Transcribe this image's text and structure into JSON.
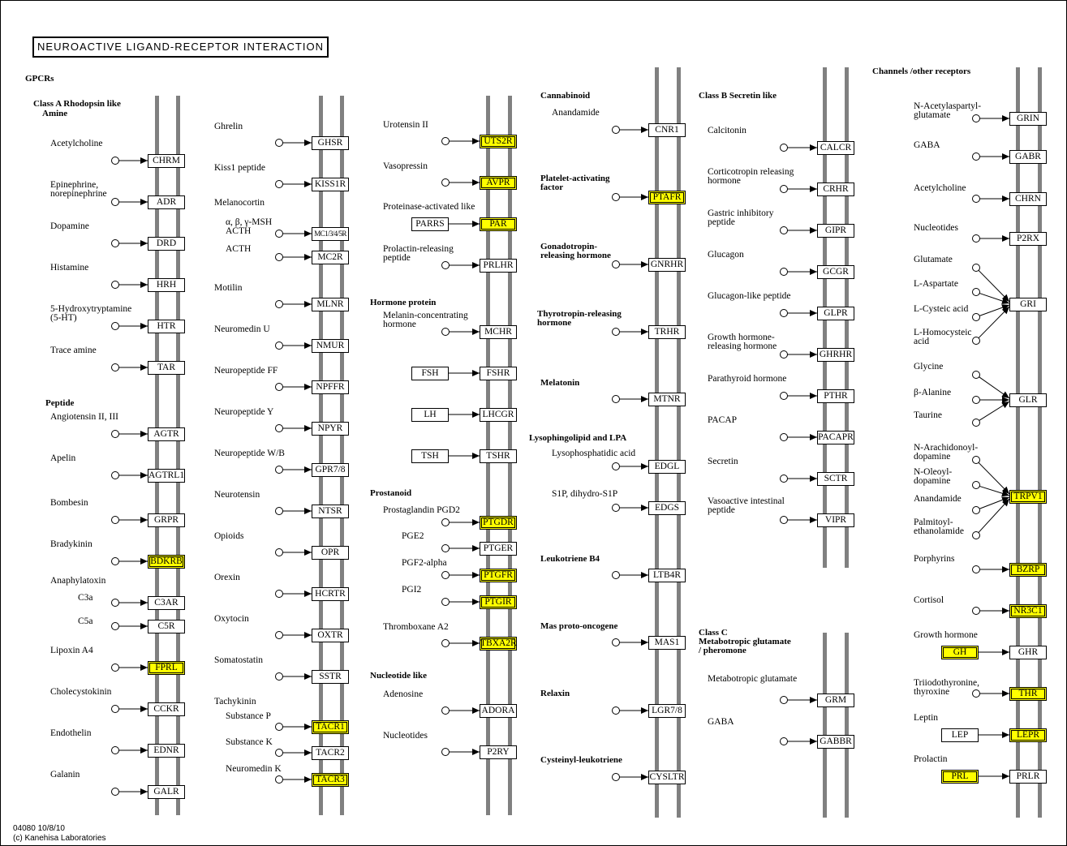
{
  "title": "NEUROACTIVE LIGAND-RECEPTOR INTERACTION",
  "section_gpcrs": "GPCRs",
  "footer": {
    "code": "04080 10/8/10",
    "copyright": "(c) Kanehisa Laboratories"
  },
  "colors": {
    "highlight": "#ffff00",
    "membrane": "#808080"
  },
  "columns": [
    {
      "headers": [
        "Class A Rhodopsin like",
        "Amine",
        "Peptide",
        "Anaphylatoxin"
      ],
      "entries": [
        {
          "receptor": "CHRM",
          "ligand": "Acetylcholine"
        },
        {
          "receptor": "ADR",
          "ligand": "Epinephrine,\nnorepinephrine"
        },
        {
          "receptor": "DRD",
          "ligand": "Dopamine"
        },
        {
          "receptor": "HRH",
          "ligand": "Histamine"
        },
        {
          "receptor": "HTR",
          "ligand": "5-Hydroxytryptamine\n(5-HT)"
        },
        {
          "receptor": "TAR",
          "ligand": "Trace amine"
        },
        {
          "receptor": "AGTR",
          "ligand": "Angiotensin II, III"
        },
        {
          "receptor": "AGTRL1",
          "ligand": "Apelin"
        },
        {
          "receptor": "GRPR",
          "ligand": "Bombesin"
        },
        {
          "receptor": "BDKRB",
          "ligand": "Bradykinin",
          "highlighted": true
        },
        {
          "receptor": "C3AR",
          "ligand": "C3a"
        },
        {
          "receptor": "C5R",
          "ligand": "C5a"
        },
        {
          "receptor": "FPRL",
          "ligand": "Lipoxin A4",
          "highlighted": true
        },
        {
          "receptor": "CCKR",
          "ligand": "Cholecystokinin"
        },
        {
          "receptor": "EDNR",
          "ligand": "Endothelin"
        },
        {
          "receptor": "GALR",
          "ligand": "Galanin"
        }
      ]
    },
    {
      "headers": [
        "Melanocortin",
        "Tachykinin"
      ],
      "entries": [
        {
          "receptor": "GHSR",
          "ligand": "Ghrelin"
        },
        {
          "receptor": "KISS1R",
          "ligand": "Kiss1 peptide"
        },
        {
          "receptor": "MC1/3/4/5R",
          "ligand": "α, β, γ-MSH\nACTH"
        },
        {
          "receptor": "MC2R",
          "ligand": "ACTH"
        },
        {
          "receptor": "MLNR",
          "ligand": "Motilin"
        },
        {
          "receptor": "NMUR",
          "ligand": "Neuromedin U"
        },
        {
          "receptor": "NPFFR",
          "ligand": "Neuropeptide FF"
        },
        {
          "receptor": "NPYR",
          "ligand": "Neuropeptide Y"
        },
        {
          "receptor": "GPR7/8",
          "ligand": "Neuropeptide W/B"
        },
        {
          "receptor": "NTSR",
          "ligand": "Neurotensin"
        },
        {
          "receptor": "OPR",
          "ligand": "Opioids"
        },
        {
          "receptor": "HCRTR",
          "ligand": "Orexin"
        },
        {
          "receptor": "OXTR",
          "ligand": "Oxytocin"
        },
        {
          "receptor": "SSTR",
          "ligand": "Somatostatin"
        },
        {
          "receptor": "TACR1",
          "ligand": "Substance P",
          "highlighted": true
        },
        {
          "receptor": "TACR2",
          "ligand": "Substance K"
        },
        {
          "receptor": "TACR3",
          "ligand": "Neuromedin K",
          "highlighted": true
        }
      ]
    },
    {
      "headers": [
        "Hormone protein",
        "Prostanoid",
        "Nucleotide like"
      ],
      "entries": [
        {
          "receptor": "UTS2R",
          "ligand": "Urotensin II",
          "highlighted": true
        },
        {
          "receptor": "AVPR",
          "ligand": "Vasopressin",
          "highlighted": true
        },
        {
          "receptor": "PAR",
          "ligand": "Proteinase-activated like",
          "highlighted": true,
          "ligand_box": {
            "label": "PARRS"
          }
        },
        {
          "receptor": "PRLHR",
          "ligand": "Prolactin-releasing\npeptide"
        },
        {
          "receptor": "MCHR",
          "ligand": "Melanin-concentrating\nhormone"
        },
        {
          "receptor": "FSHR",
          "ligand_box": {
            "label": "FSH"
          }
        },
        {
          "receptor": "LHCGR",
          "ligand_box": {
            "label": "LH"
          }
        },
        {
          "receptor": "TSHR",
          "ligand_box": {
            "label": "TSH"
          }
        },
        {
          "receptor": "PTGDR",
          "ligand": "Prostaglandin PGD2",
          "highlighted": true
        },
        {
          "receptor": "PTGER",
          "ligand": "PGE2"
        },
        {
          "receptor": "PTGFR",
          "ligand": "PGF2-alpha",
          "highlighted": true
        },
        {
          "receptor": "PTGIR",
          "ligand": "PGI2",
          "highlighted": true
        },
        {
          "receptor": "TBXA2R",
          "ligand": "Thromboxane A2",
          "highlighted": true
        },
        {
          "receptor": "ADORA",
          "ligand": "Adenosine"
        },
        {
          "receptor": "P2RY",
          "ligand": "Nucleotides"
        }
      ]
    },
    {
      "headers": [
        "Cannabinoid",
        "Platelet-activating\nfactor",
        "Gonadotropin-\nreleasing hormone",
        "Thyrotropin-releasing\nhormone",
        "Melatonin",
        "Lysophingolipid and LPA",
        "Leukotriene B4",
        "Mas proto-oncogene",
        "Relaxin",
        "Cysteinyl-leukotriene"
      ],
      "entries": [
        {
          "receptor": "CNR1",
          "ligand": "Anandamide"
        },
        {
          "receptor": "PTAFR",
          "highlighted": true
        },
        {
          "receptor": "GNRHR"
        },
        {
          "receptor": "TRHR"
        },
        {
          "receptor": "MTNR"
        },
        {
          "receptor": "EDGL",
          "ligand": "Lysophosphatidic acid"
        },
        {
          "receptor": "EDGS",
          "ligand": "S1P, dihydro-S1P"
        },
        {
          "receptor": "LTB4R"
        },
        {
          "receptor": "MAS1"
        },
        {
          "receptor": "LGR7/8"
        },
        {
          "receptor": "CYSLTR"
        }
      ]
    },
    {
      "headers": [
        "Class B Secretin like",
        "Class C\nMetabotropic glutamate\n/ pheromone"
      ],
      "entries": [
        {
          "receptor": "CALCR",
          "ligand": "Calcitonin"
        },
        {
          "receptor": "CRHR",
          "ligand": "Corticotropin releasing\nhormone"
        },
        {
          "receptor": "GIPR",
          "ligand": "Gastric inhibitory\npeptide"
        },
        {
          "receptor": "GCGR",
          "ligand": "Glucagon"
        },
        {
          "receptor": "GLPR",
          "ligand": "Glucagon-like peptide"
        },
        {
          "receptor": "GHRHR",
          "ligand": "Growth hormone-\nreleasing hormone"
        },
        {
          "receptor": "PTHR",
          "ligand": "Parathyroid hormone"
        },
        {
          "receptor": "PACAPR",
          "ligand": "PACAP"
        },
        {
          "receptor": "SCTR",
          "ligand": "Secretin"
        },
        {
          "receptor": "VIPR",
          "ligand": "Vasoactive intestinal\npeptide"
        },
        {
          "receptor": "GRM",
          "ligand": "Metabotropic glutamate"
        },
        {
          "receptor": "GABBR",
          "ligand": "GABA"
        }
      ]
    },
    {
      "headers": [
        "Channels /other receptors"
      ],
      "entries": [
        {
          "receptor": "GRIN",
          "ligand": "N-Acetylaspartyl-\nglutamate"
        },
        {
          "receptor": "GABR",
          "ligand": "GABA"
        },
        {
          "receptor": "CHRN",
          "ligand": "Acetylcholine"
        },
        {
          "receptor": "P2RX",
          "ligand": "Nucleotides"
        },
        {
          "receptor": "GRI",
          "ligands": [
            "Glutamate",
            "L-Aspartate",
            "L-Cysteic acid",
            "L-Homocysteic\nacid"
          ]
        },
        {
          "receptor": "GLR",
          "ligands": [
            "Glycine",
            "β-Alanine",
            "Taurine"
          ]
        },
        {
          "receptor": "TRPV1",
          "highlighted": true,
          "ligands": [
            "N-Arachidonoyl-\ndopamine",
            "N-Oleoyl-\ndopamine",
            "Anandamide",
            "Palmitoyl-\nethanolamide"
          ]
        },
        {
          "receptor": "BZRP",
          "ligand": "Porphyrins",
          "highlighted": true
        },
        {
          "receptor": "NR3C1",
          "ligand": "Cortisol",
          "highlighted": true
        },
        {
          "receptor": "GHR",
          "ligand": "Growth hormone",
          "ligand_box": {
            "label": "GH",
            "highlighted": true
          }
        },
        {
          "receptor": "THR",
          "ligand": "Triiodothyronine,\nthyroxine",
          "highlighted": true
        },
        {
          "receptor": "LEPR",
          "ligand": "Leptin",
          "highlighted": true,
          "ligand_box": {
            "label": "LEP"
          }
        },
        {
          "receptor": "PRLR",
          "ligand": "Prolactin",
          "ligand_box": {
            "label": "PRL",
            "highlighted": true
          }
        }
      ]
    }
  ]
}
